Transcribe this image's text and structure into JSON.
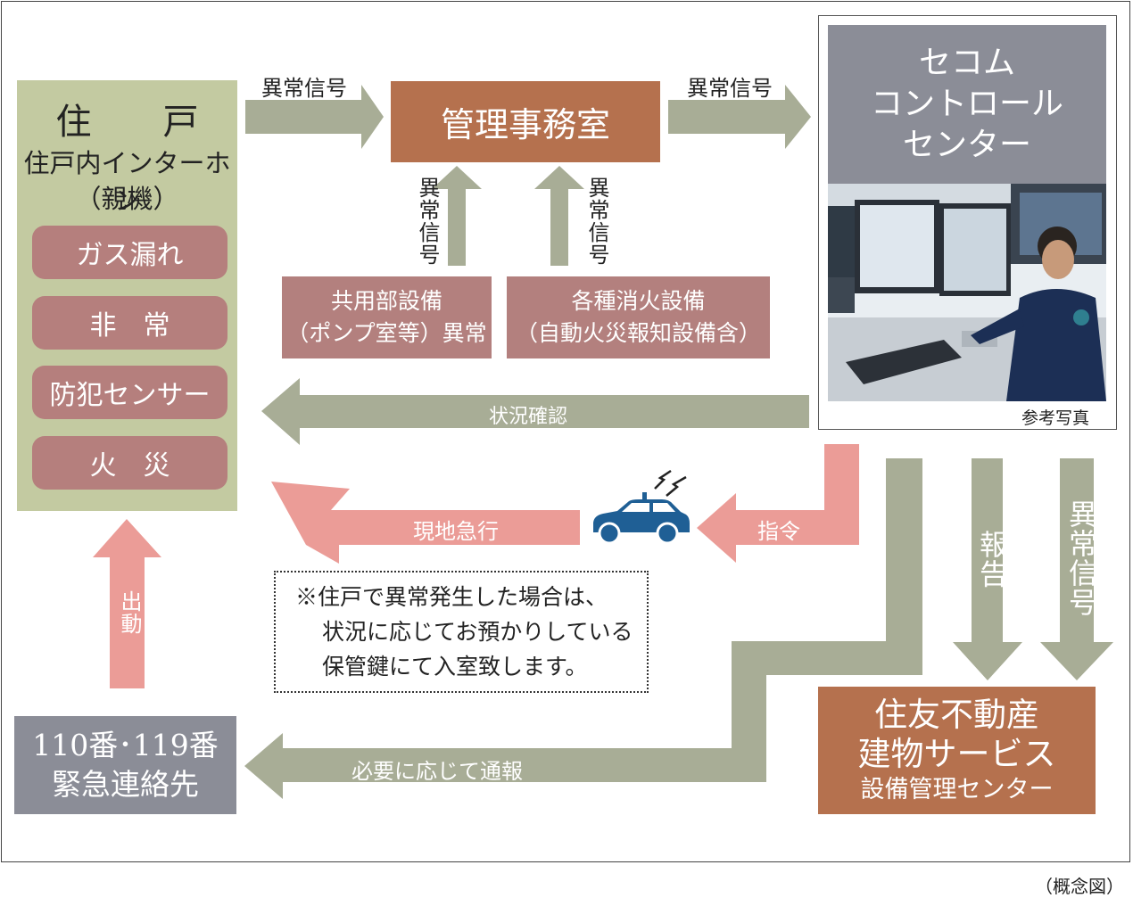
{
  "residence": {
    "title": "住　戸",
    "subtitle": "住戸内インターホン",
    "subtitle2": "（親機）",
    "items": [
      "ガス漏れ",
      "非　常",
      "防犯センサー",
      "火　災"
    ]
  },
  "office": {
    "label": "管理事務室"
  },
  "common_equipment": {
    "line1": "共用部設備",
    "line2": "（ポンプ室等）異常"
  },
  "fire_equipment": {
    "line1": "各種消火設備",
    "line2": "（自動火災報知設備含）"
  },
  "secom": {
    "line1": "セコム",
    "line2": "コントロール",
    "line3": "センター",
    "photo_caption": "参考写真"
  },
  "emergency": {
    "line1": "110番･119番",
    "line2": "緊急連絡先"
  },
  "sumitomo": {
    "line1": "住友不動産",
    "line2": "建物サービス",
    "line3": "設備管理センター"
  },
  "labels": {
    "signal_top_left": "異常信号",
    "signal_top_right": "異常信号",
    "signal_up_left": "異常信号",
    "signal_up_right": "異常信号",
    "status_check": "状況確認",
    "command": "指令",
    "rush": "現地急行",
    "dispatch": "出動",
    "report": "報告",
    "signal_down": "異常信号",
    "notify": "必要に応じて通報"
  },
  "note": {
    "line1": "※住戸で異常発生した場合は、",
    "line2": "状況に応じてお預かりしている",
    "line3": "保管鍵にて入室致します。"
  },
  "caption": "（概念図）",
  "colors": {
    "residence_bg": "#c3caa1",
    "pill": "#b57f7d",
    "office": "#b5714e",
    "equipment": "#b3807e",
    "secom": "#8b8d97",
    "green_arrow": "#a8ad96",
    "pink_arrow": "#eb9c97",
    "car": "#1f5f95"
  }
}
